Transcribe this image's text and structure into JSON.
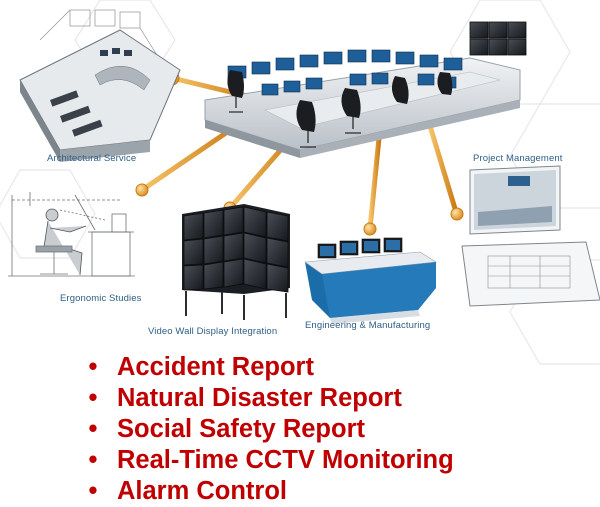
{
  "labels": {
    "architectural": "Architectural Service",
    "project": "Project Management",
    "ergonomic": "Ergonomic Studies",
    "videowall": "Video Wall Display Integration",
    "engineering": "Engineering & Manufacturing"
  },
  "bullet_glyph": "•",
  "bullets": [
    "Accident Report",
    "Natural Disaster Report",
    "Social Safety Report",
    "Real-Time CCTV Monitoring",
    "Alarm Control"
  ],
  "colors": {
    "bullet_text": "#c00000",
    "label_text": "#2f5e86",
    "connector": "#e39a2b",
    "console_blue": "#1a6da8",
    "desk": "#d8dde2"
  }
}
